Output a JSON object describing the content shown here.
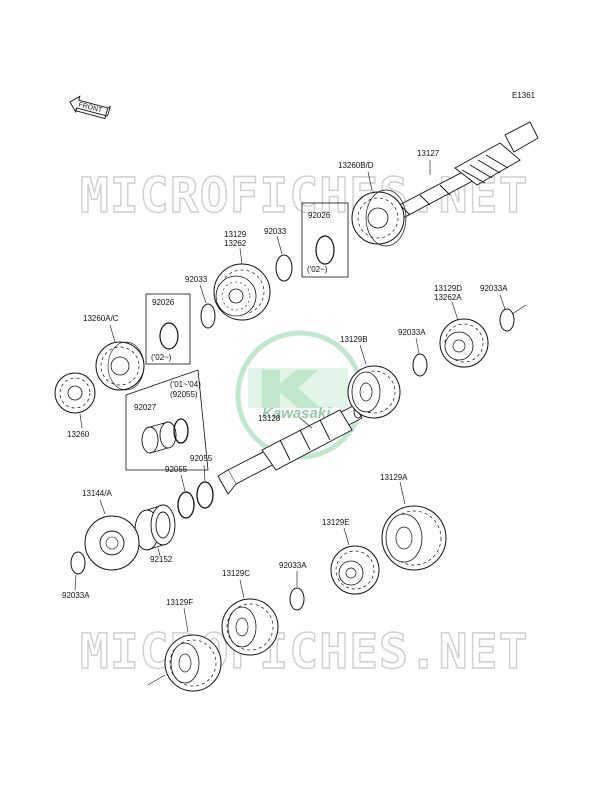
{
  "diagram_code": "E1361",
  "front_label": "FRONT",
  "watermarks": [
    "MICROFICHES.NET",
    "MICROFICHES.NET"
  ],
  "logo_text": "Kawasaki",
  "labels": {
    "p13127": "13127",
    "p13260bd": "13260B/D",
    "p92026_top": "92026",
    "p02_top": "('02~)",
    "p13129": "13129",
    "p13262": "13262",
    "p92033_a": "92033",
    "p92033_b": "92033",
    "p92026_left": "92026",
    "p02_left": "('02~)",
    "p13260ac": "13260A/C",
    "p13260": "13260",
    "p01_04": "('01~'04)",
    "p92055_paren": "(92055)",
    "p92027": "92027",
    "p92055_a": "92055",
    "p92055_b": "92055",
    "p13128": "13128",
    "p13129b": "13129B",
    "p13129d": "13129D",
    "p13262a": "13262A",
    "p92033a_top": "92033A",
    "p92033a_mid": "92033A",
    "p13144a": "13144/A",
    "p92152": "92152",
    "p92033a_left": "92033A",
    "p13129a": "13129A",
    "p13129e": "13129E",
    "p92033a_low": "92033A",
    "p13129c": "13129C",
    "p13129f": "13129F"
  }
}
